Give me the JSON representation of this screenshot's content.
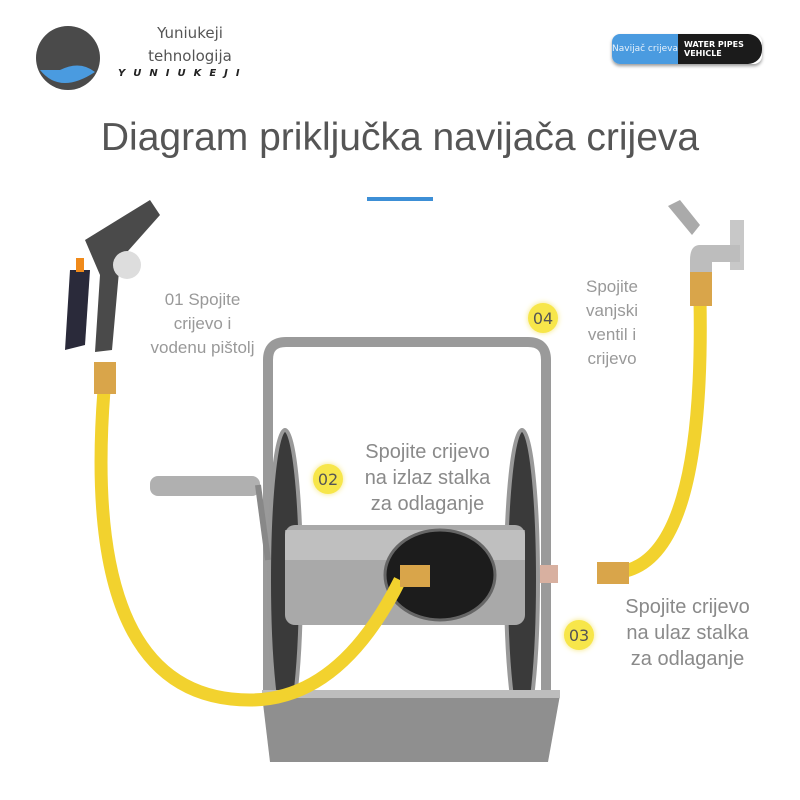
{
  "brand": {
    "name_line1": "Yuniukeji",
    "name_line2": "tehnologija",
    "wordmark": "YUNIUKEJI"
  },
  "badge": {
    "left": "Navijač crijeva",
    "right_line1": "WATER PIPES",
    "right_line2": "VEHICLE"
  },
  "title": "Diagram priključka navijača crijeva",
  "steps": [
    {
      "label_lines": [
        "01 Spojite",
        "crijevo i",
        "vodenu pištolj"
      ]
    },
    {
      "number": "02",
      "label_lines": [
        "Spojite crijevo",
        "na izlaz stalka",
        "za odlaganje"
      ]
    },
    {
      "number": "03",
      "label_lines": [
        "Spojite crijevo",
        "na ulaz stalka",
        "za odlaganje"
      ]
    },
    {
      "number": "04",
      "label_lines": [
        "Spojite",
        "vanjski",
        "ventil i",
        "crijevo"
      ]
    }
  ],
  "colors": {
    "accent": "#3d8fd6",
    "hose": "#f2d22e",
    "badge_step": "#f7e64a",
    "brass": "#d9a54a"
  }
}
